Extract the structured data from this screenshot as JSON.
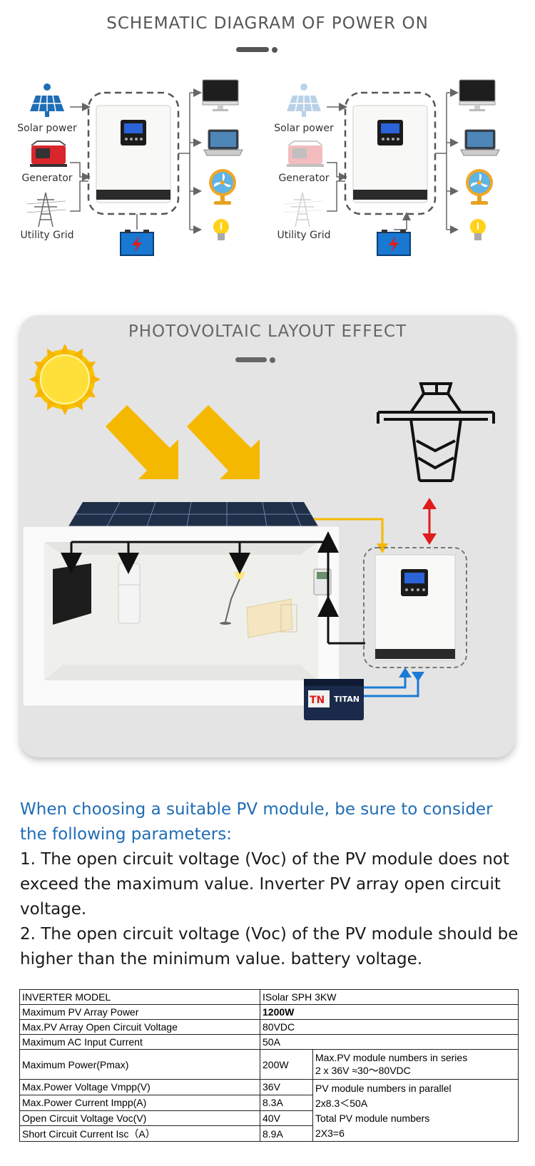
{
  "schematic": {
    "title": "SCHEMATIC DIAGRAM OF POWER ON",
    "sources": {
      "solar": "Solar power",
      "generator": "Generator",
      "grid": "Utility Grid"
    }
  },
  "photovoltaic": {
    "title": "PHOTOVOLTAIC LAYOUT EFFECT",
    "battery_brand": "TITAN",
    "battery_logo": "TN"
  },
  "guidance": {
    "intro": "When choosing a suitable PV module, be sure to consider the following parameters:",
    "point1": "1. The open circuit voltage (Voc) of the PV module does not exceed the maximum value. Inverter PV array open circuit voltage.",
    "point2": "2. The open circuit voltage (Voc) of the PV module should be higher than the minimum value. battery voltage."
  },
  "spec_table": {
    "model_label": "INVERTER MODEL",
    "model_value": "ISolar SPH 3KW",
    "rows": [
      {
        "label": "Maximum PV Array Power",
        "value": "1200W"
      },
      {
        "label": "Max.PV Array Open Circuit Voltage",
        "value": "80VDC"
      },
      {
        "label": "Maximum AC Input Current",
        "value": "50A"
      }
    ],
    "module_rows": [
      {
        "label": "Maximum Power(Pmax)",
        "value": "200W"
      },
      {
        "label": "Max.Power Voltage Vmpp(V)",
        "value": "36V"
      },
      {
        "label": "Max.Power Current Impp(A)",
        "value": "8.3A"
      },
      {
        "label": "Open Circuit Voltage Voc(V)",
        "value": "40V"
      },
      {
        "label": "Short Circuit Current Isc（A）",
        "value": "8.9A"
      }
    ],
    "notes": {
      "series_label": "Max.PV module numbers in series",
      "series_value": "2 x 36V ≈30～80VDC",
      "parallel_label": "PV module numbers in parallel",
      "parallel_value": "2x8.3＜50A",
      "total_label": "Total PV module numbers",
      "total_value": "2X3=6"
    }
  },
  "colors": {
    "accent_blue": "#1f6db5",
    "arrow_yellow": "#f5b800",
    "arrow_red": "#e01b1b",
    "arrow_blue": "#1a7bd6"
  }
}
